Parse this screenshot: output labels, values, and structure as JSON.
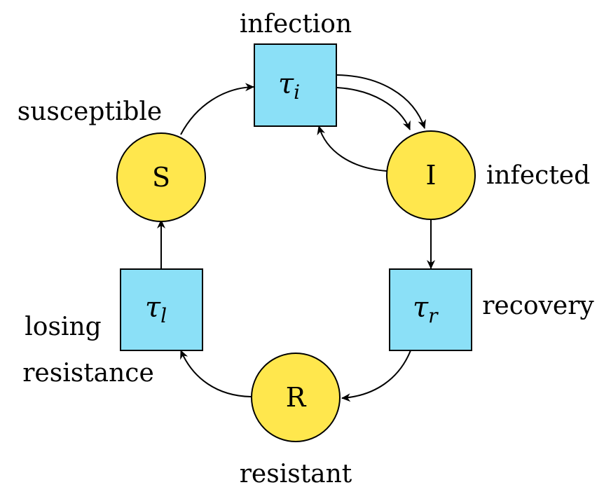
{
  "colors": {
    "state_fill": "#FFE74D",
    "transition_fill": "#8BE0F7",
    "stroke": "#000000",
    "background": "#FFFFFF"
  },
  "states": {
    "s": {
      "symbol": "S",
      "label": "susceptible"
    },
    "i": {
      "symbol": "I",
      "label": "infected"
    },
    "r": {
      "symbol": "R",
      "label": "resistant"
    }
  },
  "transitions": {
    "infection": {
      "tau": "τ",
      "sub": "i",
      "label": "infection"
    },
    "recovery": {
      "tau": "τ",
      "sub": "r",
      "label": "recovery"
    },
    "losing": {
      "tau": "τ",
      "sub": "l",
      "label_line1": "losing",
      "label_line2": "resistance"
    }
  }
}
